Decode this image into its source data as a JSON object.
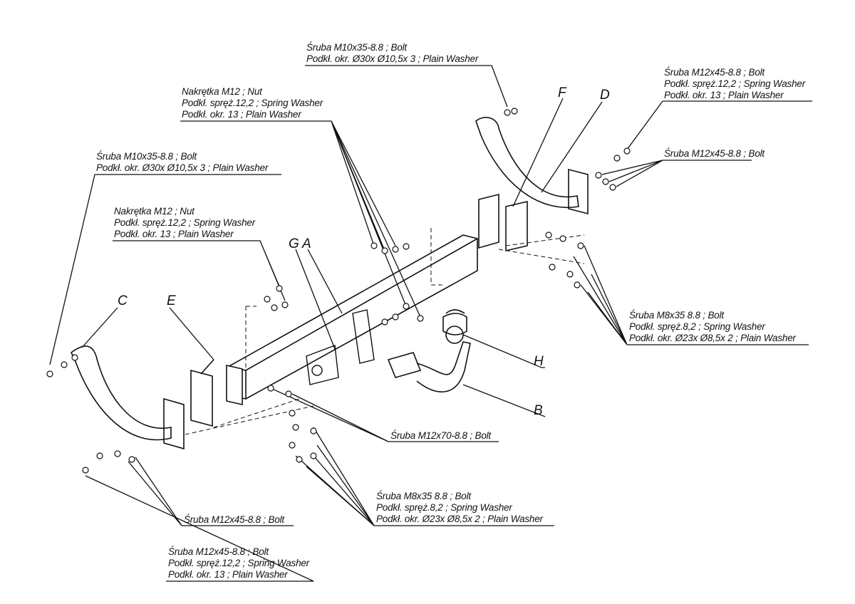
{
  "callouts": {
    "top_bolt": [
      "Śruba M10x35-8.8 ;  Bolt",
      "Podkł. okr.  Ø30x Ø10,5x 3 ; Plain Washer"
    ],
    "top_right_bolt": [
      "Śruba M12x45-8.8 ;  Bolt",
      "Podkł. spręż.12,2 ; Spring Washer",
      "Podkł. okr. 13 ; Plain Washer"
    ],
    "right_bolt_short": [
      "Śruba M12x45-8.8 ;  Bolt"
    ],
    "top_nut": [
      "Nakrętka  M12 ; Nut",
      "Podkł. spręż.12,2 ; Spring Washer",
      "Podkł. okr. 13 ; Plain Washer"
    ],
    "left_bolt": [
      "Śruba M10x35-8.8 ;  Bolt",
      "Podkł. okr.  Ø30x Ø10,5x 3 ; Plain Washer"
    ],
    "mid_nut": [
      "Nakrętka  M12 ; Nut",
      "Podkł. spręż.12,2 ; Spring Washer",
      "Podkł. okr. 13 ; Plain Washer"
    ],
    "right_m8": [
      "Śruba M8x35 8.8 ;  Bolt",
      "Podkł. spręż.8,2 ; Spring Washer",
      "Podkł. okr.  Ø23x Ø8,5x 2 ; Plain Washer"
    ],
    "m12x70": [
      "Śruba M12x70-8.8 ;  Bolt"
    ],
    "bottom_m8": [
      "Śruba M8x35 8.8 ;  Bolt",
      "Podkł. spręż.8,2 ; Spring Washer",
      "Podkł. okr.  Ø23x Ø8,5x 2 ; Plain Washer"
    ],
    "bottom_m12_short": [
      "Śruba M12x45-8.8 ;  Bolt"
    ],
    "bottom_m12": [
      "Śruba M12x45-8.8 ;  Bolt",
      "Podkł. spręż.12,2 ; Spring Washer",
      "Podkł. okr. 13 ; Plain Washer"
    ]
  },
  "part_letters": {
    "C": "C",
    "E": "E",
    "G": "G",
    "A": "A",
    "F": "F",
    "D": "D",
    "H": "H",
    "B": "B"
  }
}
